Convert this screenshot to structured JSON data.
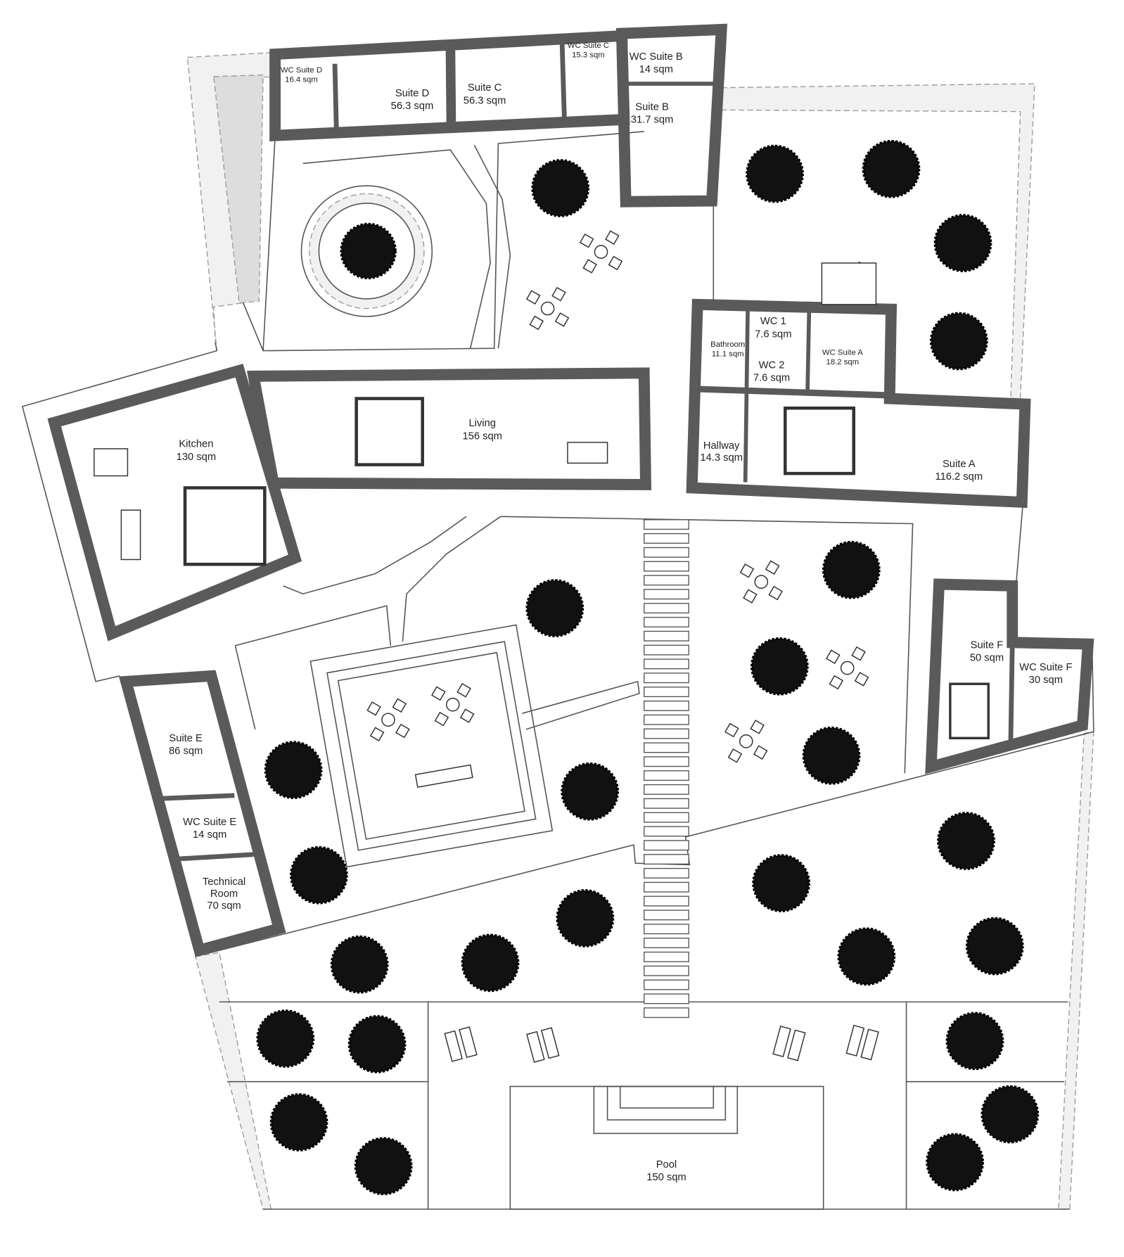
{
  "plan": {
    "colors": {
      "wall": "#5a5a5a",
      "tree": "#111111",
      "stone": "#f1f1f1",
      "line": "#555555"
    },
    "rooms": {
      "wc_suite_d": {
        "name": "WC Suite D",
        "area": "16.4 sqm"
      },
      "suite_d": {
        "name": "Suite D",
        "area": "56.3 sqm"
      },
      "suite_c": {
        "name": "Suite C",
        "area": "56.3 sqm"
      },
      "wc_suite_c": {
        "name": "WC Suite C",
        "area": "15.3 sqm"
      },
      "wc_suite_b": {
        "name": "WC Suite B",
        "area": "14 sqm"
      },
      "suite_b": {
        "name": "Suite B",
        "area": "31.7 sqm"
      },
      "kitchen": {
        "name": "Kitchen",
        "area": "130 sqm"
      },
      "living": {
        "name": "Living",
        "area": "156 sqm"
      },
      "bathroom": {
        "name": "Bathroom",
        "area": "11.1 sqm"
      },
      "wc_1": {
        "name": "WC 1",
        "area": "7.6 sqm"
      },
      "wc_2": {
        "name": "WC 2",
        "area": "7.6 sqm"
      },
      "wc_suite_a": {
        "name": "WC Suite A",
        "area": "18.2 sqm"
      },
      "hallway": {
        "name": "Hallway",
        "area": "14.3 sqm"
      },
      "suite_a": {
        "name": "Suite A",
        "area": "116.2 sqm"
      },
      "suite_f": {
        "name": "Suite F",
        "area": "50 sqm"
      },
      "wc_suite_f": {
        "name": "WC Suite F",
        "area": "30 sqm"
      },
      "suite_e": {
        "name": "Suite E",
        "area": "86 sqm"
      },
      "wc_suite_e": {
        "name": "WC Suite E",
        "area": "14 sqm"
      },
      "technical_room": {
        "name_line1": "Technical",
        "name_line2": "Room",
        "area": "70 sqm"
      },
      "pool": {
        "name": "Pool",
        "area": "150 sqm"
      }
    }
  }
}
